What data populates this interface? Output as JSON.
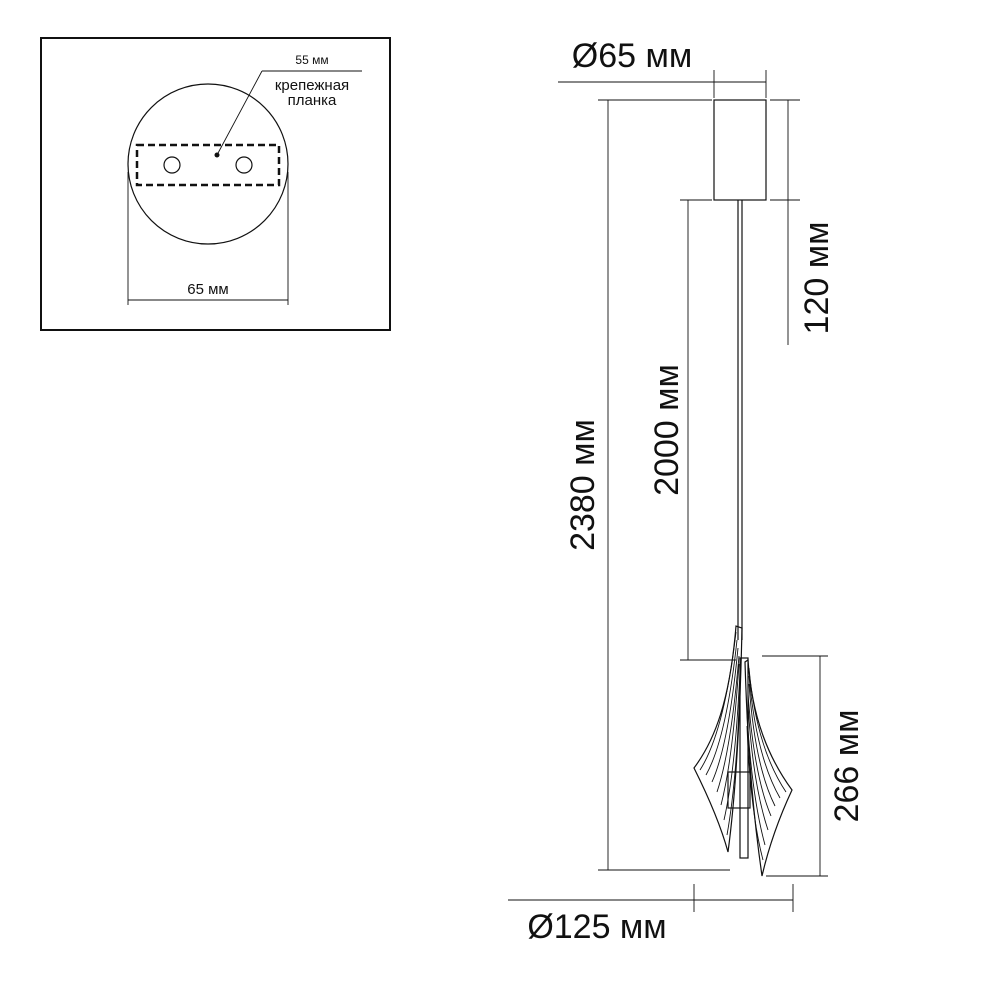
{
  "detail": {
    "plate_label": "55 мм",
    "bracket_label_line1": "крепежная",
    "bracket_label_line2": "планка",
    "canopy_width_label": "65 мм"
  },
  "dimensions": {
    "canopy_diameter": "Ø65 мм",
    "canopy_height": "120 мм",
    "total_height": "2380 мм",
    "cable_length": "2000 мм",
    "shade_height": "266 мм",
    "shade_diameter": "Ø125 мм"
  }
}
